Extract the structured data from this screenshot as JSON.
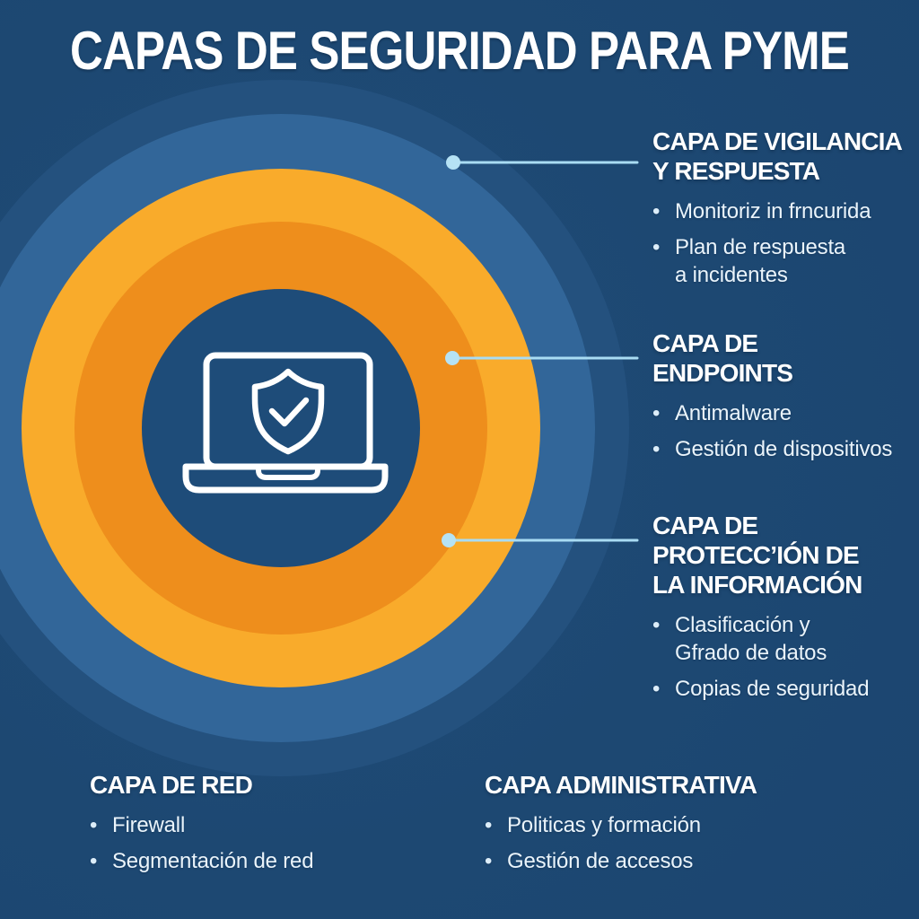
{
  "title": "CAPAS DE SEGURIDAD PARA PYME",
  "bullet_char": "•",
  "colors": {
    "background": "#1d4872",
    "ring_halo": "#24517e",
    "ring_blue": "#326699",
    "ring_orange_light": "#f9ab2b",
    "ring_orange_dark": "#ee8e1c",
    "center_circle": "#1e4c79",
    "leader_line": "#a9dcf3",
    "leader_dot": "#b5e2f5",
    "heading_text": "#ffffff",
    "body_text": "#eaf4fb",
    "icon_stroke": "#ffffff"
  },
  "center_icon": "laptop-with-shield-check",
  "sections": [
    {
      "id": "vigilancia-respuesta",
      "heading": "CAPA DE VIGILANCIA\nY RESPUESTA",
      "bullets": [
        "Monitoriz in frncurida",
        "Plan de respuesta\na incidentes"
      ]
    },
    {
      "id": "endpoints",
      "heading": "CAPA DE\nENDPOINTS",
      "bullets": [
        "Antimalware",
        "Gestión de dispositivos"
      ]
    },
    {
      "id": "proteccion-informacion",
      "heading": "CAPA DE\nPROTECC’IÓN DE\nLA INFORMACIÓN",
      "bullets": [
        "Clasificación y\nGfrado de datos",
        "Copias de seguridad"
      ]
    },
    {
      "id": "red",
      "heading": "CAPA DE RED",
      "bullets": [
        "Firewall",
        "Segmentación de red"
      ]
    },
    {
      "id": "administrativa",
      "heading": "CAPA ADMINISTRATIVA",
      "bullets": [
        "Politicas y formación",
        "Gestión de accesos"
      ]
    }
  ]
}
